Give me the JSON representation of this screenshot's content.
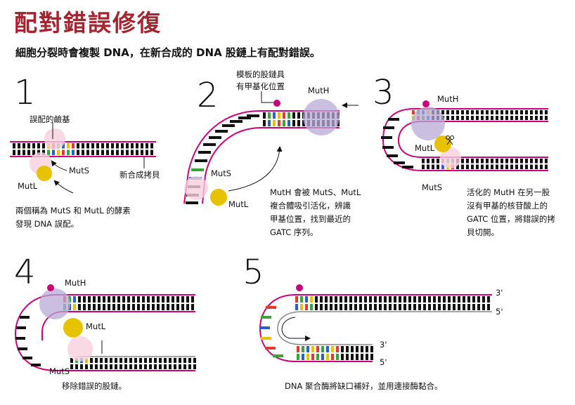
{
  "title": "配對錯誤修復",
  "subtitle": "細胞分裂時會複製 DNA，在新合成的 DNA 股鏈上有配對錯誤。",
  "steps": [
    {
      "number": "1",
      "caption_lines": [
        "兩個稱為 MutS 和 MutL 的酵素",
        "發現 DNA 誤配。"
      ]
    },
    {
      "number": "2",
      "caption_lines": [
        "MutH 會被 MutS、MutL",
        "複合體吸引活化，辨識",
        "甲基位置，找到最近的",
        "GATC 序列。"
      ]
    },
    {
      "number": "3",
      "caption_lines": [
        "活化的 MutH 在另一股",
        "沒有甲基的核苷酸上的",
        "GATC 位置，將錯誤的拷",
        "貝切開。"
      ]
    },
    {
      "number": "4",
      "caption_lines": [
        "移除錯誤的股鏈。"
      ]
    },
    {
      "number": "5",
      "caption_lines": [
        "DNA 聚合酶將缺口補好，並用連接酶黏合。"
      ]
    }
  ],
  "labels": {
    "mismatched_base": "誤配的鹼基",
    "new_copy": "新合成拷貝",
    "methyl_template": [
      "模板的股鏈具",
      "有甲基化位置"
    ],
    "muth": "MutH",
    "muts": "MutS",
    "mutl": "MutL",
    "prime3": "3'",
    "prime5": "5'"
  },
  "colors": {
    "title": "#a32530",
    "strand": "#c8007a",
    "methyl": "#c8007a",
    "muth": "#b8a9d6",
    "mutl": "#e6c200",
    "muts": "#f3c9d8",
    "rung_dark": "#111111",
    "base_red": "#e23a2c",
    "base_green": "#3aa33a",
    "base_blue": "#2b5fc8",
    "base_yellow": "#e8c200"
  }
}
